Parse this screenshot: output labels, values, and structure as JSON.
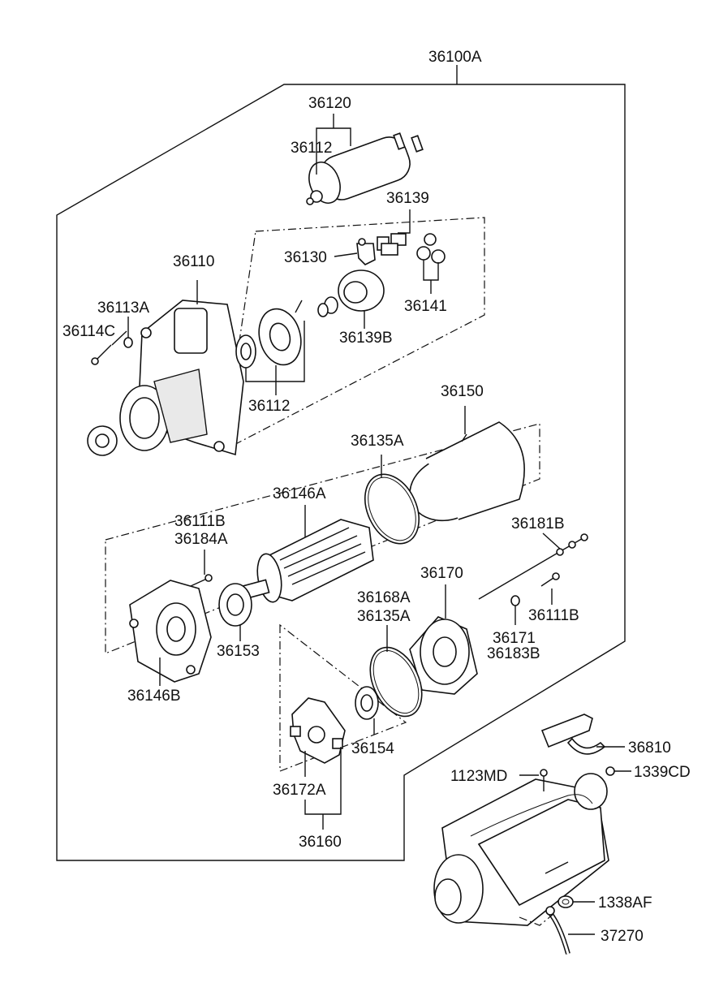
{
  "labels": {
    "assembly": "36100A",
    "solenoid": "36120",
    "solenoid_sub": "36112",
    "lever_kit": "36139",
    "lever": "36130",
    "pinion_gears": "36141",
    "clutch": "36139B",
    "front_housing": "36110",
    "washer": "36113A",
    "bolt": "36114C",
    "bearing_set": "36112",
    "yoke": "36150",
    "oring_front": "36135A",
    "armature": "36146A",
    "screw_a": "36111B",
    "screw_b": "36184A",
    "rear_bracket": "36146B",
    "bearing_rear": "36153",
    "through_bolt": "36181B",
    "end_cover": "36170",
    "seal_a": "36168A",
    "seal_b": "36135A",
    "screw_c": "36111B",
    "washer_b": "36171",
    "washer_c": "36183B",
    "bearing_small": "36154",
    "brush_holder": "36172A",
    "brush_assy": "36160",
    "bracket": "36810",
    "bolt_mount": "1123MD",
    "nut_mount": "1339CD",
    "nut_cable": "1338AF",
    "cable": "37270"
  },
  "colors": {
    "ink": "#111111",
    "background": "#ffffff"
  }
}
